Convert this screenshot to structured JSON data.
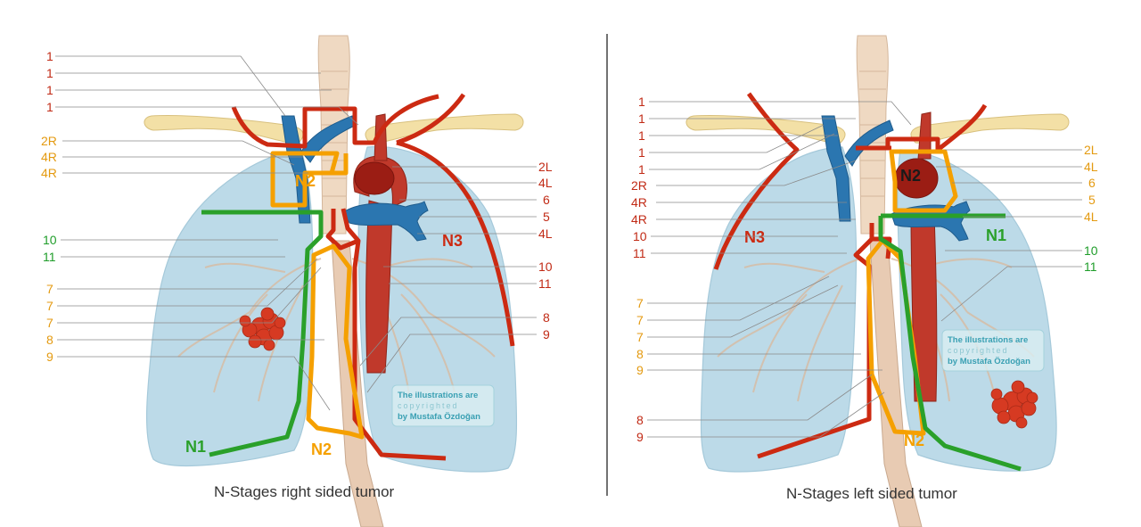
{
  "colors": {
    "n1": "#2aa02a",
    "n2": "#f5a000",
    "n3": "#cc2a12",
    "label_red": "#c12a15",
    "label_orange": "#e49a10",
    "label_green": "#1f9d2a",
    "lung": "#b5d6e6",
    "trachea": "#efd9c2",
    "aorta": "#c0392b",
    "vein": "#2b76b0",
    "divider": "#444444"
  },
  "left_panel": {
    "caption": "N-Stages right sided tumor",
    "zones": {
      "n1": "N1",
      "n2_top": "N2",
      "n2_bottom": "N2",
      "n3": "N3"
    },
    "left_labels": [
      "1",
      "1",
      "1",
      "1",
      "2R",
      "4R",
      "4R",
      "10",
      "11",
      "7",
      "7",
      "7",
      "8",
      "9"
    ],
    "right_labels": [
      "2L",
      "4L",
      "6",
      "5",
      "4L",
      "10",
      "11",
      "8",
      "9"
    ],
    "watermark": [
      "The illustrations are",
      "copyrighted",
      "by Mustafa Özdoğan"
    ]
  },
  "right_panel": {
    "caption": "N-Stages left sided tumor",
    "zones": {
      "n1": "N1",
      "n2_top": "N2",
      "n2_bottom": "N2",
      "n3": "N3"
    },
    "left_labels": [
      "1",
      "1",
      "1",
      "1",
      "1",
      "2R",
      "4R",
      "4R",
      "10",
      "11",
      "7",
      "7",
      "7",
      "8",
      "9",
      "8",
      "9"
    ],
    "right_labels": [
      "2L",
      "4L",
      "6",
      "5",
      "4L",
      "10",
      "11"
    ],
    "watermark": [
      "The illustrations are",
      "copyrighted",
      "by Mustafa Özdoğan"
    ]
  }
}
